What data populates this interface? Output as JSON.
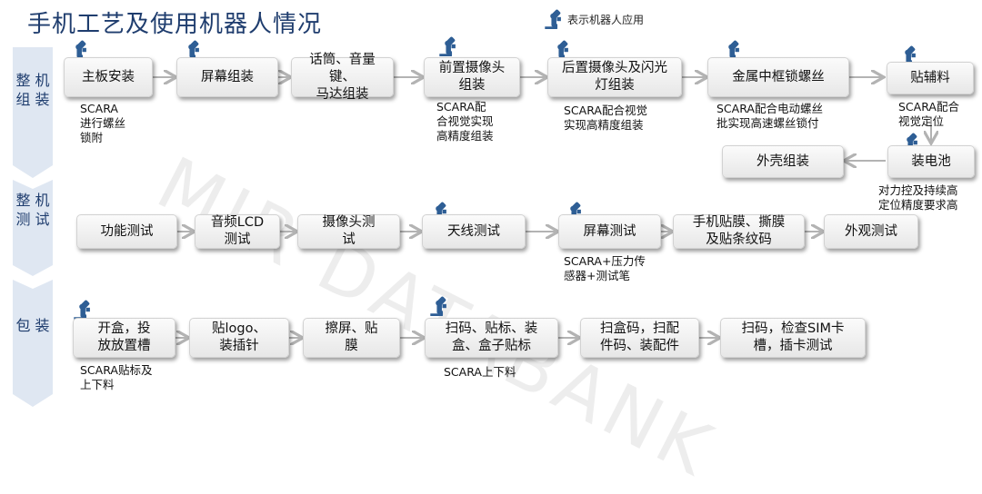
{
  "title": "手机工艺及使用机器人情况",
  "legend": {
    "text": "表示机器人应用"
  },
  "watermark": "MIR DATABANK",
  "colors": {
    "robot": "#2e5e95",
    "sidebar": "#dfe7f2",
    "accent": "#1f3d6e"
  },
  "sections": [
    {
      "label": "整\n机\n组\n装"
    },
    {
      "label": "整\n机\n测\n试"
    },
    {
      "label": "包\n装"
    }
  ],
  "assembly": {
    "steps": [
      "主板安装",
      "屏幕组装",
      "话筒、音量键、\n马达组装",
      "前置摄像头\n组装",
      "后置摄像头及闪光\n灯组装",
      "金属中框锁螺丝",
      "贴辅料",
      "装电池",
      "外壳组装"
    ],
    "notes": [
      "SCARA\n进行螺丝\n锁附",
      "SCARA配\n合视觉实现\n高精度组装",
      "SCARA配合视觉\n实现高精度组装",
      "SCARA配合电动螺丝\n批实现高速螺丝锁付",
      "SCARA配合\n视觉定位",
      "对力控及持续高\n定位精度要求高"
    ]
  },
  "testing": {
    "steps": [
      "功能测试",
      "音频LCD\n测试",
      "摄像头测\n试",
      "天线测试",
      "屏幕测试",
      "手机贴膜、撕膜\n及贴条纹码",
      "外观测试"
    ],
    "notes": [
      "SCARA+压力传\n感器+测试笔"
    ]
  },
  "packaging": {
    "steps": [
      "开盒，投\n放放置槽",
      "贴logo、\n装插针",
      "擦屏、贴\n膜",
      "扫码、贴标、装\n盒、盒子贴标",
      "扫盒码，扫配\n件码、装配件",
      "扫码，检查SIM卡\n槽，插卡测试"
    ],
    "notes": [
      "SCARA贴标及\n上下料",
      "SCARA上下料"
    ]
  }
}
